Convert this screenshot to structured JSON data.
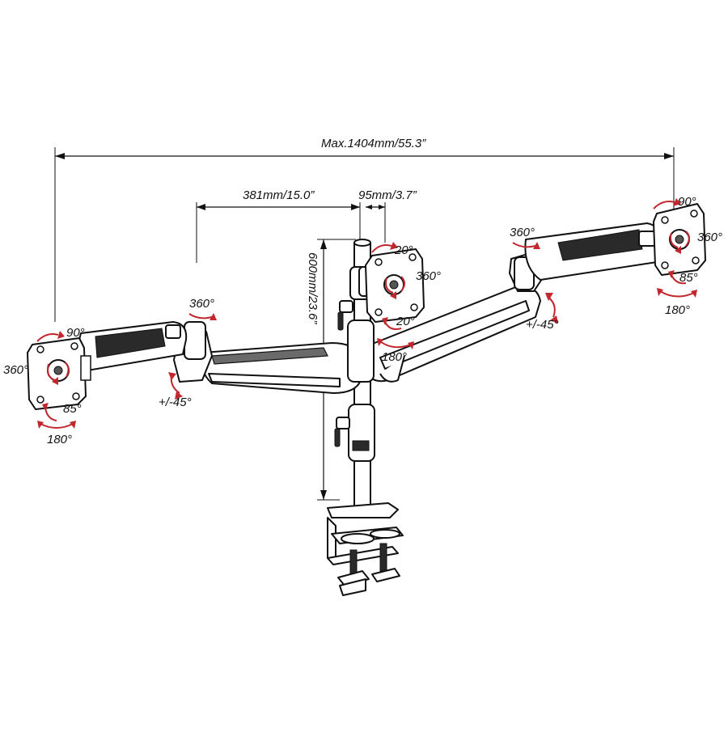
{
  "dimensions": {
    "max_span": "Max.1404mm/55.3”",
    "arm_reach": "381mm/15.0”",
    "pole_offset": "95mm/3.7”",
    "pole_height": "600mm/23.6”"
  },
  "left_monitor": {
    "tilt_up": "90°",
    "rotation": "360°",
    "tilt_down": "85°",
    "swivel": "180°",
    "arm_swivel": "360°",
    "height_adjust": "+/-45°"
  },
  "center_monitor": {
    "tilt_up": "20°",
    "rotation": "360°",
    "tilt_down": "20°",
    "swivel": "180°"
  },
  "right_monitor": {
    "tilt_up": "90°",
    "rotation": "360°",
    "tilt_down": "85°",
    "swivel": "180°",
    "arm_swivel": "360°",
    "height_adjust": "+/-45°"
  },
  "colors": {
    "rotation_arrows": "#c1272d",
    "line_art": "#111111"
  }
}
